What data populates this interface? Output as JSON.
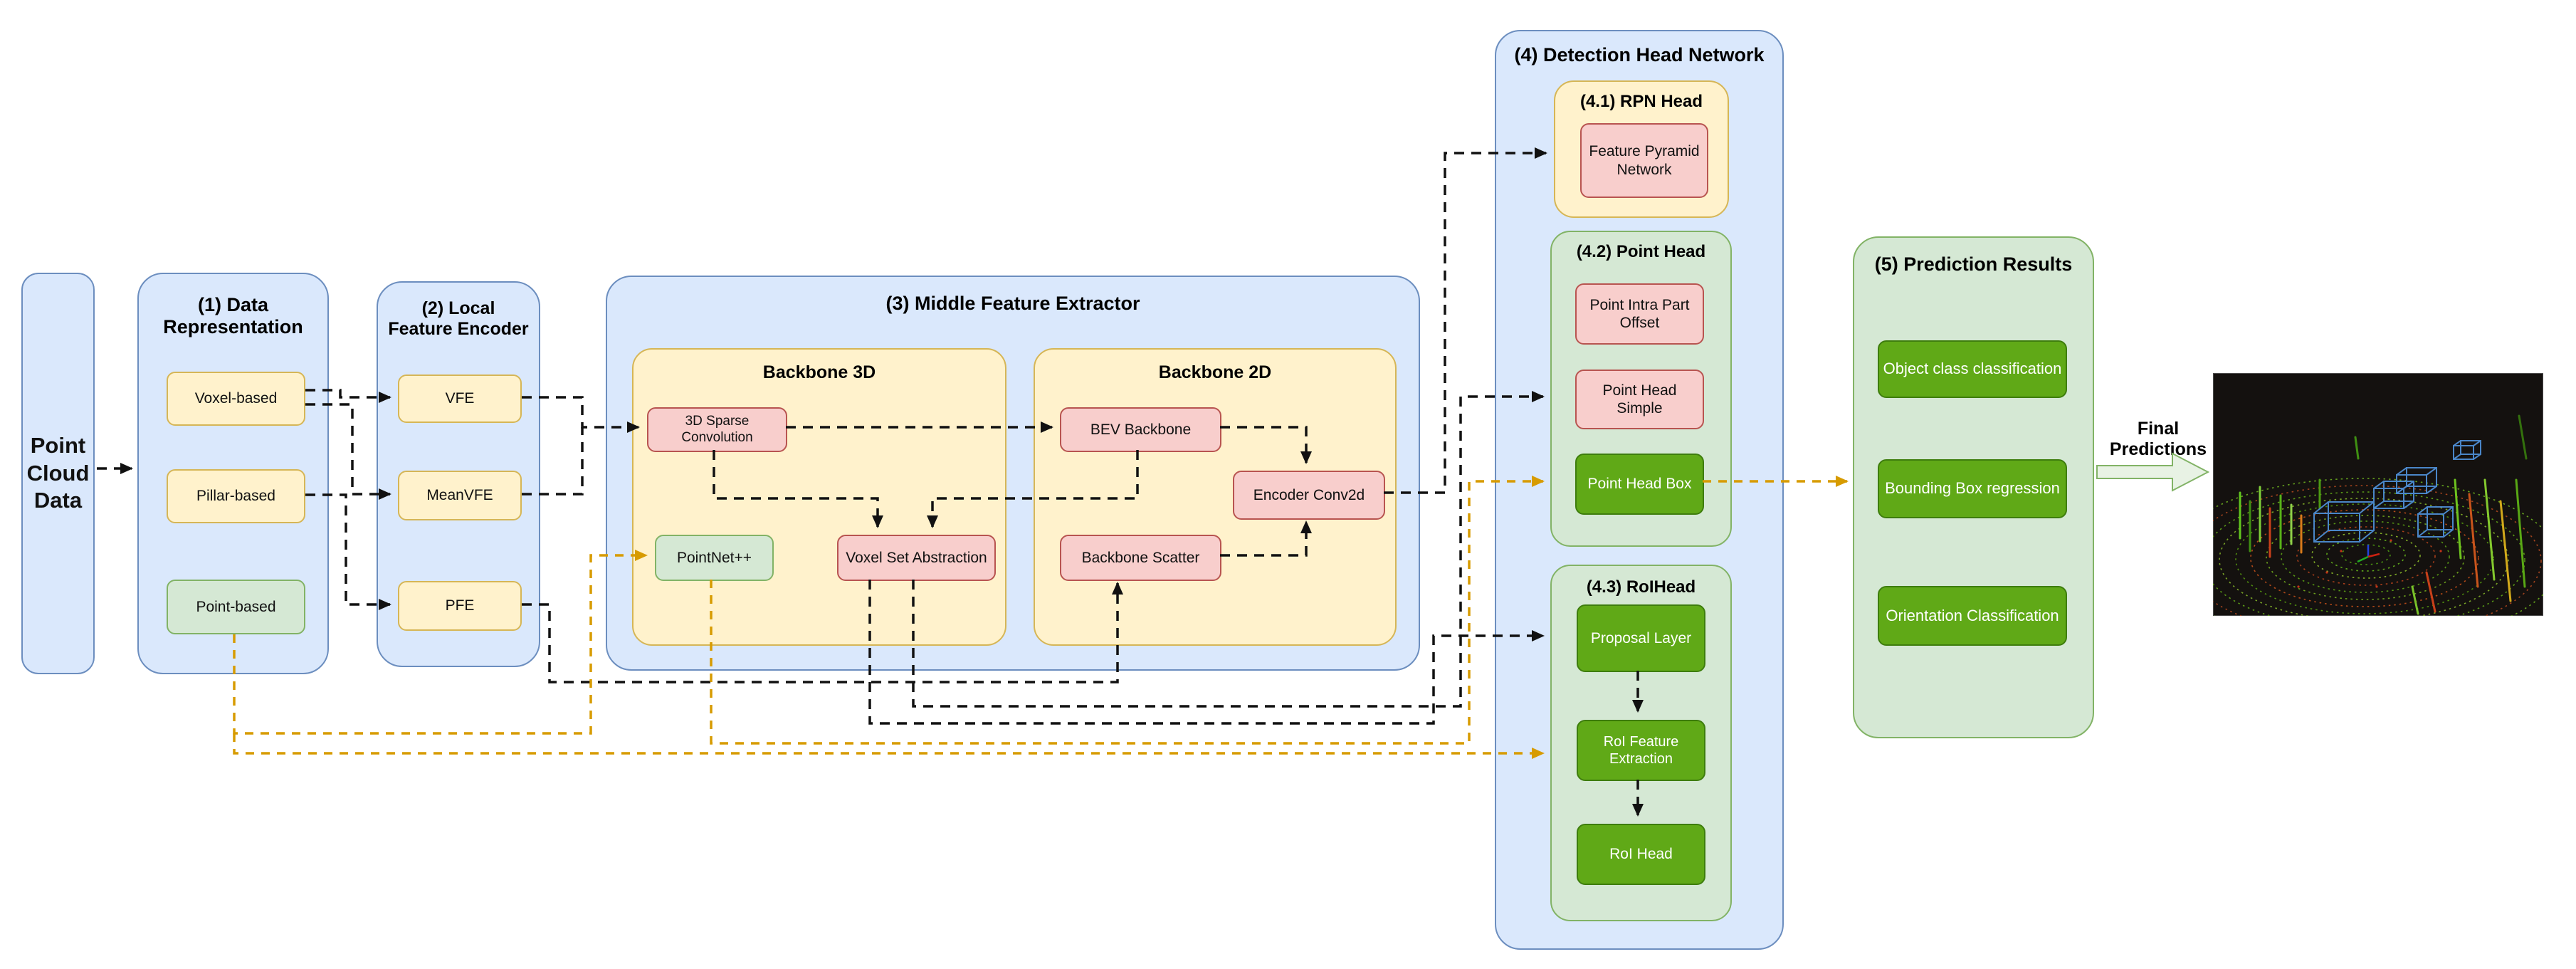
{
  "input": {
    "label": "Point Cloud Data"
  },
  "sections": {
    "s1": {
      "title": "(1) Data Representation",
      "items": [
        "Voxel-based",
        "Pillar-based",
        "Point-based"
      ]
    },
    "s2": {
      "title": "(2) Local Feature Encoder",
      "items": [
        "VFE",
        "MeanVFE",
        "PFE"
      ]
    },
    "s3": {
      "title": "(3) Middle Feature Extractor",
      "backbone3d": {
        "title": "Backbone 3D",
        "items": [
          "3D Sparse Convolution",
          "PointNet++",
          "Voxel Set Abstraction"
        ]
      },
      "backbone2d": {
        "title": "Backbone 2D",
        "items": [
          "BEV Backbone",
          "Encoder Conv2d",
          "Backbone Scatter"
        ]
      }
    },
    "s4": {
      "title": "(4) Detection Head Network",
      "rpn": {
        "title": "(4.1) RPN Head",
        "items": [
          "Feature Pyramid Network"
        ]
      },
      "point": {
        "title": "(4.2) Point Head",
        "items": [
          "Point Intra Part Offset",
          "Point Head Simple",
          "Point Head Box"
        ]
      },
      "roi": {
        "title": "(4.3) RoIHead",
        "items": [
          "Proposal Layer",
          "RoI Feature Extraction",
          "RoI Head"
        ]
      }
    },
    "s5": {
      "title": "(5) Prediction Results",
      "items": [
        "Object class classification",
        "Bounding Box regression",
        "Orientation Classification"
      ]
    }
  },
  "output": {
    "final_label": "Final Predictions"
  },
  "colors": {
    "container_blue": "#dae8fc",
    "container_blue_border": "#6c8ebf",
    "yellow": "#fff2cc",
    "yellow_border": "#d6b656",
    "pink": "#f8cecc",
    "pink_border": "#b85450",
    "green_light": "#d5e8d4",
    "green_light_border": "#82b366",
    "green_dark": "#60a917",
    "arrow_black": "#111111",
    "arrow_orange": "#d79b00"
  }
}
